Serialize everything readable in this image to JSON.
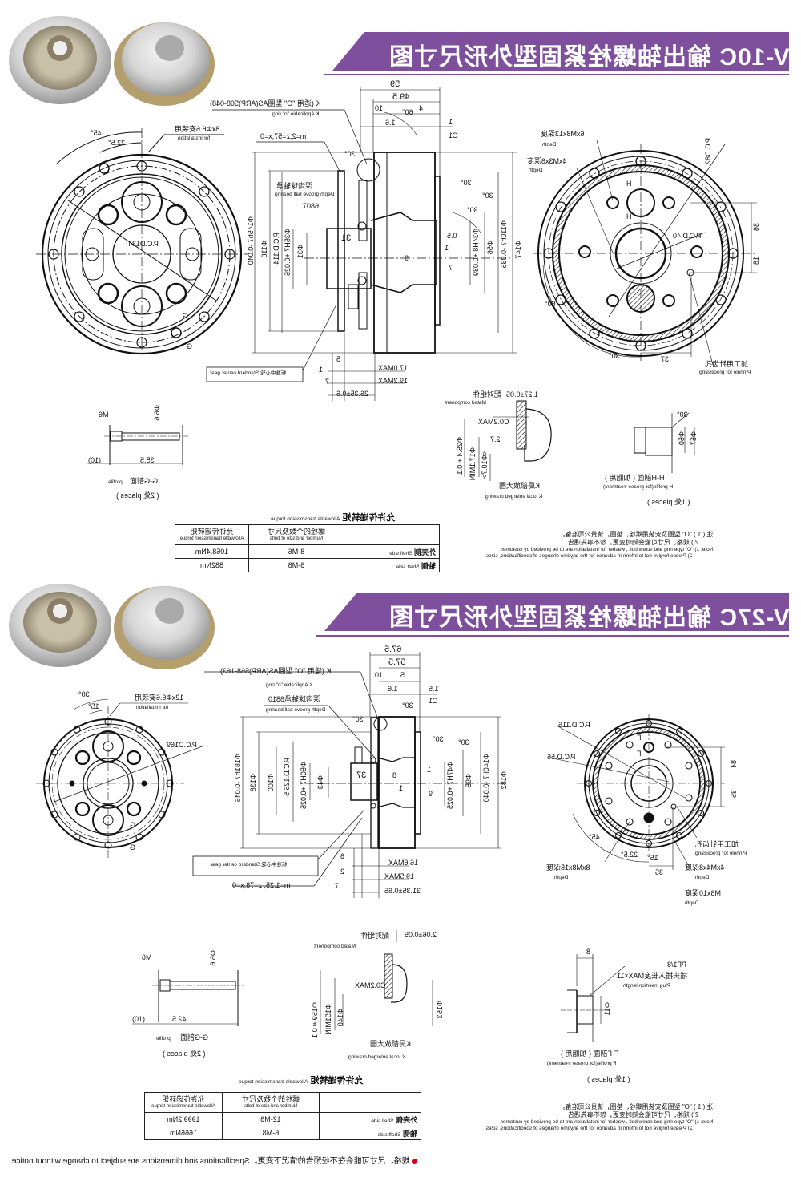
{
  "colors": {
    "banner": "#7e4f9c",
    "footer_bullet": "#d0021b"
  },
  "rv10c": {
    "title": "RV-10C 输出轴螺栓紧固型外形尺寸图",
    "front": {
      "install_cn": "8xΦ6.6安装用",
      "install_en": "for installation",
      "a45": "45°",
      "a22": "22.5°",
      "pcd": "P.C.D134",
      "g1": "G",
      "g2": "G"
    },
    "side": {
      "d59": "59",
      "d495": "49.5",
      "d10": "10",
      "d4": "4",
      "a60": "60°",
      "d16": "1.6",
      "d1": "1",
      "c1": "C1",
      "a30a": "30°",
      "a30b": "30°",
      "a30c": "30°",
      "a30d": "30°",
      "oring_cn": "K (适用 \"O\" 型圈AS(ARP)568-048)",
      "oring_en": "K Applicable \"o\" ring",
      "gear": "m=2,z=57,x=0",
      "bearing_cn": "深沟球轴承",
      "bearing_en": "Depth groove ball bearing",
      "bearing_no": "6807",
      "phi145": "Φ145h7 -0.040",
      "phi118": "Φ118",
      "pcd114": "P.C.D.114",
      "phi35": "Φ35H7 +0.025",
      "phi31": "Φ31",
      "d31": "31",
      "d05": "0.5",
      "d1b": "1",
      "d9": "9",
      "d7": "7",
      "phi34": "Φ34H8 +0.039",
      "phi56": "Φ56",
      "phi110": "Φ110h7 -0.035",
      "phi147": "Φ147",
      "std_gear": "标准中心轮 Standard center gear",
      "d17": "17.0MAX",
      "d192": "19.2MAX",
      "d2635": "26.35±0.6",
      "d1c": "1",
      "d7b": "7",
      "d5": "5"
    },
    "rear": {
      "m8_cn": "6xM8x13深度",
      "m8_en": "Depth",
      "m3_cn": "4xM3x6深度",
      "m3_en": "Depth",
      "pcd82": "P.C.D82",
      "pcd40": "P.C.D.40",
      "h1": "H",
      "h2": "H",
      "d36": "36",
      "d16": "16",
      "a60": "60°",
      "a30": "30°",
      "d37": "37",
      "pin_cn": "加工用针齿孔",
      "pin_en": "Pinhole for processing"
    },
    "gg": {
      "m6": "M6",
      "phi": "Φ6.6",
      "d10": "(10)",
      "len": "35.5",
      "title_cn": "G-G剖面",
      "title_en": "profile",
      "places": "( 2处 places )"
    },
    "k": {
      "mated_cn": "配对组件",
      "mated_en": "Mated component",
      "d127": "1.27±0.05",
      "c02": "C0.2MAX",
      "d27": "2.7",
      "phi254": "Φ25.4±0.1",
      "phi171": "Φ17.1MIN",
      "phi107": "<Φ10.7>",
      "title_cn": "K局部放大图",
      "title_en": "K local enlarged drawing"
    },
    "hh": {
      "a30": "30°",
      "phi50": "Φ50",
      "phi57": "Φ57",
      "title_cn": "H-H剖面 ( 加脂用 )",
      "title_en": "H profile(for grease treatment)",
      "places": "( 1处 places )"
    },
    "table": {
      "title_cn": "允许传递转矩",
      "title_en": "Allowable transmission torque",
      "h_bolts_cn": "螺栓的个数及尺寸",
      "h_bolts_en": "Number and size of bolts",
      "h_torque_cn": "允许传递转矩",
      "h_torque_en": "Allowable transmission torque",
      "rows": [
        {
          "side_cn": "外壳侧",
          "side_en": "Shell side",
          "bolts": "8-M6",
          "torque": "1058.4Nm"
        },
        {
          "side_cn": "轴侧",
          "side_en": "Shaft side",
          "bolts": "6-M8",
          "torque": "882Nm"
        }
      ]
    },
    "notes": {
      "l1": "注 ( 1 )  \"O\" 型圈及安装用螺栓、垫圈，请贵公司准备。",
      "l2": "2 ) 规格、尺寸可能会随时变更，恕不事先通告",
      "l3": "Note: 1) \"O\" type ring and screw bolt , washer for installation are to be provided by customer.",
      "l4": "2) Please forgive not to inform in advance for the anytime changes of specifications, sizes."
    }
  },
  "rv27c": {
    "title": "RV-27C 输出轴螺栓紧固型外形尺寸图",
    "front": {
      "install_cn": "12xΦ6.6安装用",
      "install_en": "for installation",
      "a30": "30°",
      "a15": "15°",
      "pcd": "P.C.D169",
      "g1": "G",
      "g2": "G"
    },
    "side": {
      "d675": "67.5",
      "d575": "57.5",
      "d10": "10",
      "d5": "5",
      "d16": "1.6",
      "d15": "1.5",
      "c1": "C1",
      "a30a": "30°",
      "a30b": "30°",
      "a30c": "30°",
      "a30d": "30°",
      "oring_cn": "K (适用 \"O\" 型圈AS(ARP)568-163)",
      "oring_en": "K Applicable \"o\" ring",
      "bearing_cn": "深沟球轴承6810",
      "bearing_en": "Depth groove ball bearing",
      "phi181": "Φ181h7 -0.046",
      "phi138": "Φ138",
      "phi100": "Φ100",
      "pcd1265": "P.C.D.126.5",
      "phi50": "Φ50H7 +0.025",
      "phi43": "Φ43",
      "d37": "37",
      "d8": "8",
      "d1": "1",
      "d1b": "1",
      "d9": "9",
      "phi47": "Φ47H7 +0.025",
      "phi95": "Φ95",
      "phi140": "Φ140h7 -0.040",
      "phi182": "Φ182",
      "std_gear": "标准中心轮 Standard center gear",
      "gear": "m=1.25, z=78,x=0",
      "d6": "6",
      "d2": "2",
      "d7": "7",
      "d166": "16.6MAX",
      "d195": "19.5MAX",
      "d3135": "31.35±0.65"
    },
    "rear": {
      "pcd116": "P.C.D.116",
      "pcd56": "P.C.D.56",
      "f1": "F",
      "f2": "F",
      "d84": "84",
      "d35v": "35",
      "a45": "45°",
      "a225": "22.5°",
      "a15": "15°",
      "d35": "35",
      "pin_cn": "加工用针齿孔",
      "pin_en": "Pinhole for processing",
      "m4_cn": "4xM4x8深度",
      "m4_en": "Depth",
      "m8_cn": "8xM8x15深度",
      "m8_en": "Depth",
      "m6_cn": "M6x10深度",
      "m6_en": "Depth"
    },
    "gg": {
      "m6": "M6",
      "phi": "Φ6.6",
      "d10": "(10)",
      "len": "42.5",
      "title_cn": "G-G剖面",
      "title_en": "profile",
      "places": "( 2处 places )"
    },
    "k": {
      "mated_cn": "配对组件",
      "mated_en": "Mated component",
      "d206": "2.06±0.05",
      "c02": "C0.2MAX",
      "phi159": "Φ159±0.1",
      "phi151": "Φ151MIN",
      "phi140": "Φ140",
      "phi153": "Φ153",
      "title_cn": "K局部放大图",
      "title_en": "K local enlarged drawing"
    },
    "ff": {
      "d8": "8",
      "pf": "PF1/8",
      "plug_cn": "插头插入长度MAX×11",
      "plug_en": "Plug insertion length",
      "phi11": "Φ11",
      "title_cn": "F-F剖面 ( 加脂用 )",
      "title_en": "F profile(for grease treatment)",
      "places": "( 1处 places )"
    },
    "table": {
      "title_cn": "允许传递转矩",
      "title_en": "Allowable transmission torque",
      "h_bolts_cn": "螺栓的个数及尺寸",
      "h_bolts_en": "Number and size of bolts",
      "h_torque_cn": "允许传递转矩",
      "h_torque_en": "Allowable transmission torque",
      "rows": [
        {
          "side_cn": "外壳侧",
          "side_en": "Shell side",
          "bolts": "12-M6",
          "torque": "1999.2Nm"
        },
        {
          "side_cn": "轴侧",
          "side_en": "Shaft side",
          "bolts": "6-M8",
          "torque": "1666Nm"
        }
      ]
    },
    "notes": {
      "l1": "注 ( 1 )  \"O\" 型圈及安装用螺栓、垫圈，请贵公司准备。",
      "l2": "2 ) 规格、尺寸可能会随时变更，恕不事先通告",
      "l3": "Note: 1) \"O\" type ring and screw bolt , washer for installation are to be provided by customer.",
      "l4": "2) Please forgive not to inform in advance for the anytime changes of specifications, sizes."
    }
  },
  "footer": "规格、尺寸可能会在不经预告的情况下变更。Specifications and dimensions are subject to change without notice."
}
